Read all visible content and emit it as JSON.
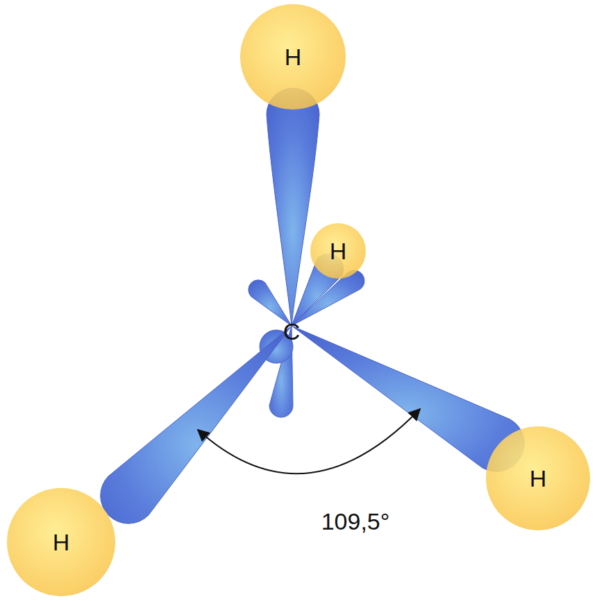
{
  "diagram": {
    "nodes": [
      {
        "text": [
          "H"
        ]
      },
      {
        "text": [
          "H"
        ]
      },
      {
        "text": [
          "H"
        ]
      },
      {
        "text": [
          "H"
        ]
      }
    ],
    "labels": [
      "C",
      "109,5°"
    ]
  }
}
